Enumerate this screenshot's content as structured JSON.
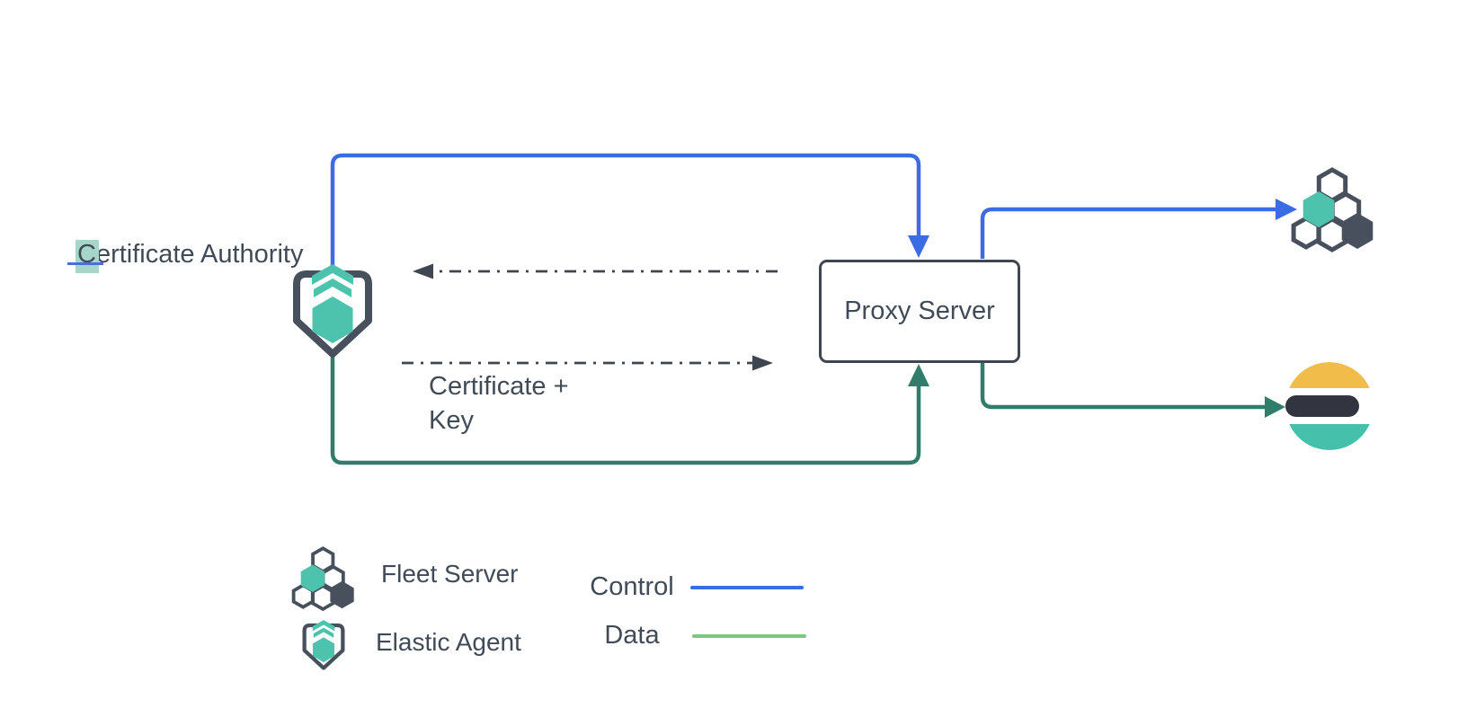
{
  "colors": {
    "control": "#3b6ce4",
    "data": "#2f7d6a",
    "slate": "#47505c",
    "teal": "#4dc3ad",
    "arrow_dark": "#3f4651",
    "es_yellow": "#f2bc4a",
    "es_dark": "#32353f",
    "es_teal": "#45c0ab",
    "highlight": "#a5d6c9",
    "cursor": "#4a6fdc"
  },
  "nodes": {
    "certificate_authority": {
      "first_char": "C",
      "rest": "ertificate Authority"
    },
    "proxy_server": {
      "label": "Proxy Server"
    },
    "certificate_key": {
      "line1": "Certificate +",
      "line2": "Key"
    }
  },
  "legend": {
    "items": [
      {
        "icon": "fleet-server-icon",
        "label": "Fleet Server"
      },
      {
        "icon": "elastic-agent-icon",
        "label": "Elastic Agent"
      }
    ],
    "flows": [
      {
        "label": "Control",
        "color": "#3b6ce4"
      },
      {
        "label": "Data",
        "color": "#7dc87e"
      }
    ]
  }
}
